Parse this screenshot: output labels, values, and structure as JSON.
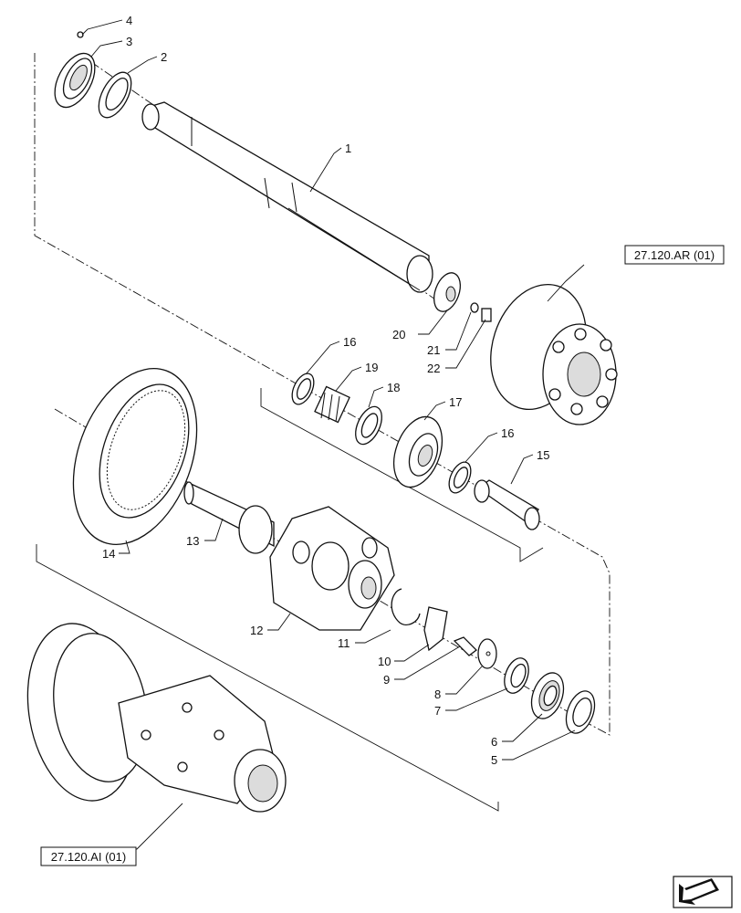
{
  "callouts": {
    "c1": "1",
    "c2": "2",
    "c3": "3",
    "c4": "4",
    "c5": "5",
    "c6": "6",
    "c7": "7",
    "c8": "8",
    "c9": "9",
    "c10": "10",
    "c11": "11",
    "c12": "12",
    "c13": "13",
    "c14": "14",
    "c15": "15",
    "c16a": "16",
    "c16b": "16",
    "c17": "17",
    "c18": "18",
    "c19": "19",
    "c20": "20",
    "c21": "21",
    "c22": "22"
  },
  "references": {
    "top_ref": "27.120.AR (01)",
    "bottom_ref": "27.120.AI (01)"
  },
  "icons": {
    "nav": "arrow-navigation-icon"
  }
}
